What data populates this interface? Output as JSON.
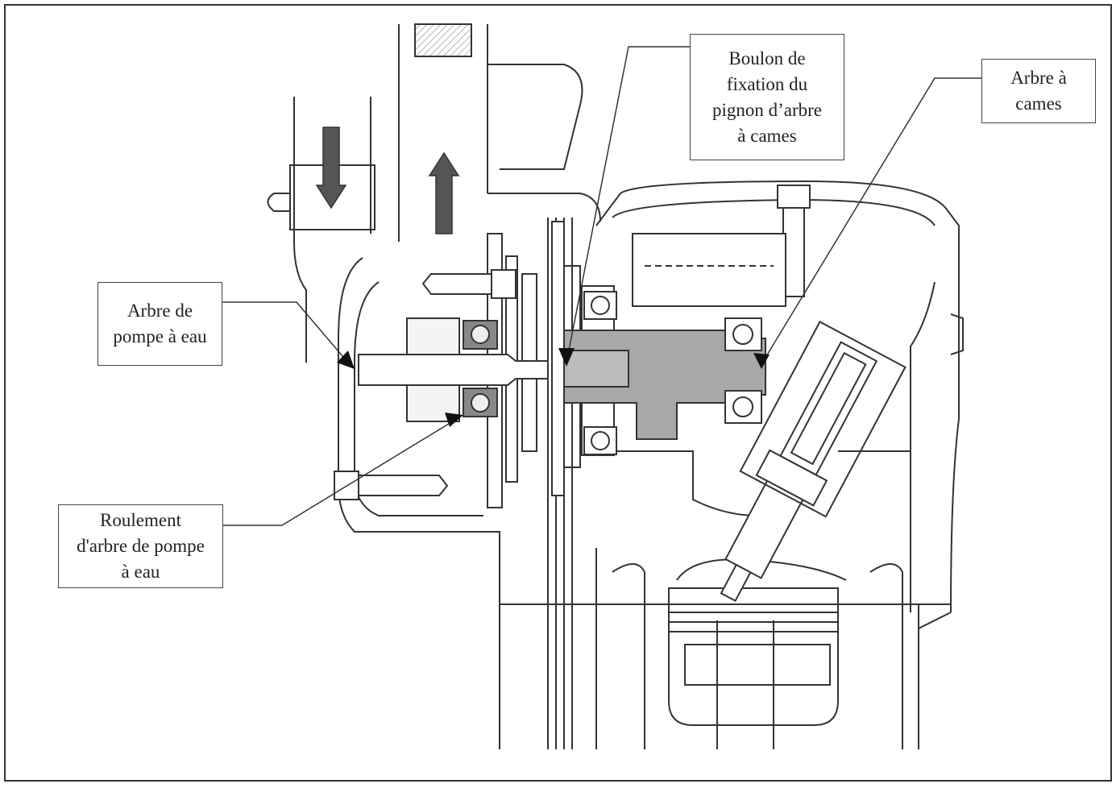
{
  "diagram": {
    "labels": {
      "bolt": [
        "Boulon de",
        "fixation du",
        "pignon d’arbre",
        "à cames"
      ],
      "camshaft": [
        "Arbre à",
        "cames"
      ],
      "pump_shaft": [
        "Arbre de",
        "pompe à eau"
      ],
      "bearing": [
        "Roulement",
        "d'arbre de pompe",
        "à eau"
      ]
    },
    "colors": {
      "line": "#333333",
      "shaded_part": "#a8a8a8",
      "arrow": "#555555",
      "background": "#ffffff"
    }
  }
}
